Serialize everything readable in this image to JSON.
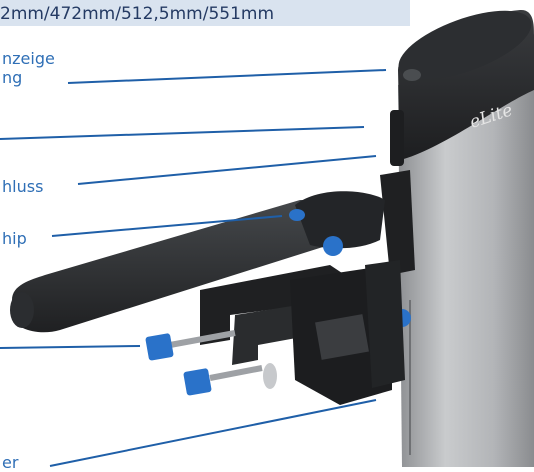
{
  "header": {
    "dimensions_text": "2mm/472mm/512,5mm/551mm"
  },
  "labels": {
    "label_1_line1": "nzeige",
    "label_1_line2": "ng",
    "label_2": "hluss",
    "label_3": "hip",
    "label_4": "er"
  },
  "product": {
    "brand_text": "eLite"
  },
  "colors": {
    "accent": "#1f5fa8",
    "banner": "#d9e3ef",
    "label_text": "#2f6fb6",
    "pole": "#a9abae",
    "handle": "#2a2c2e",
    "knob": "#2a72c9"
  }
}
